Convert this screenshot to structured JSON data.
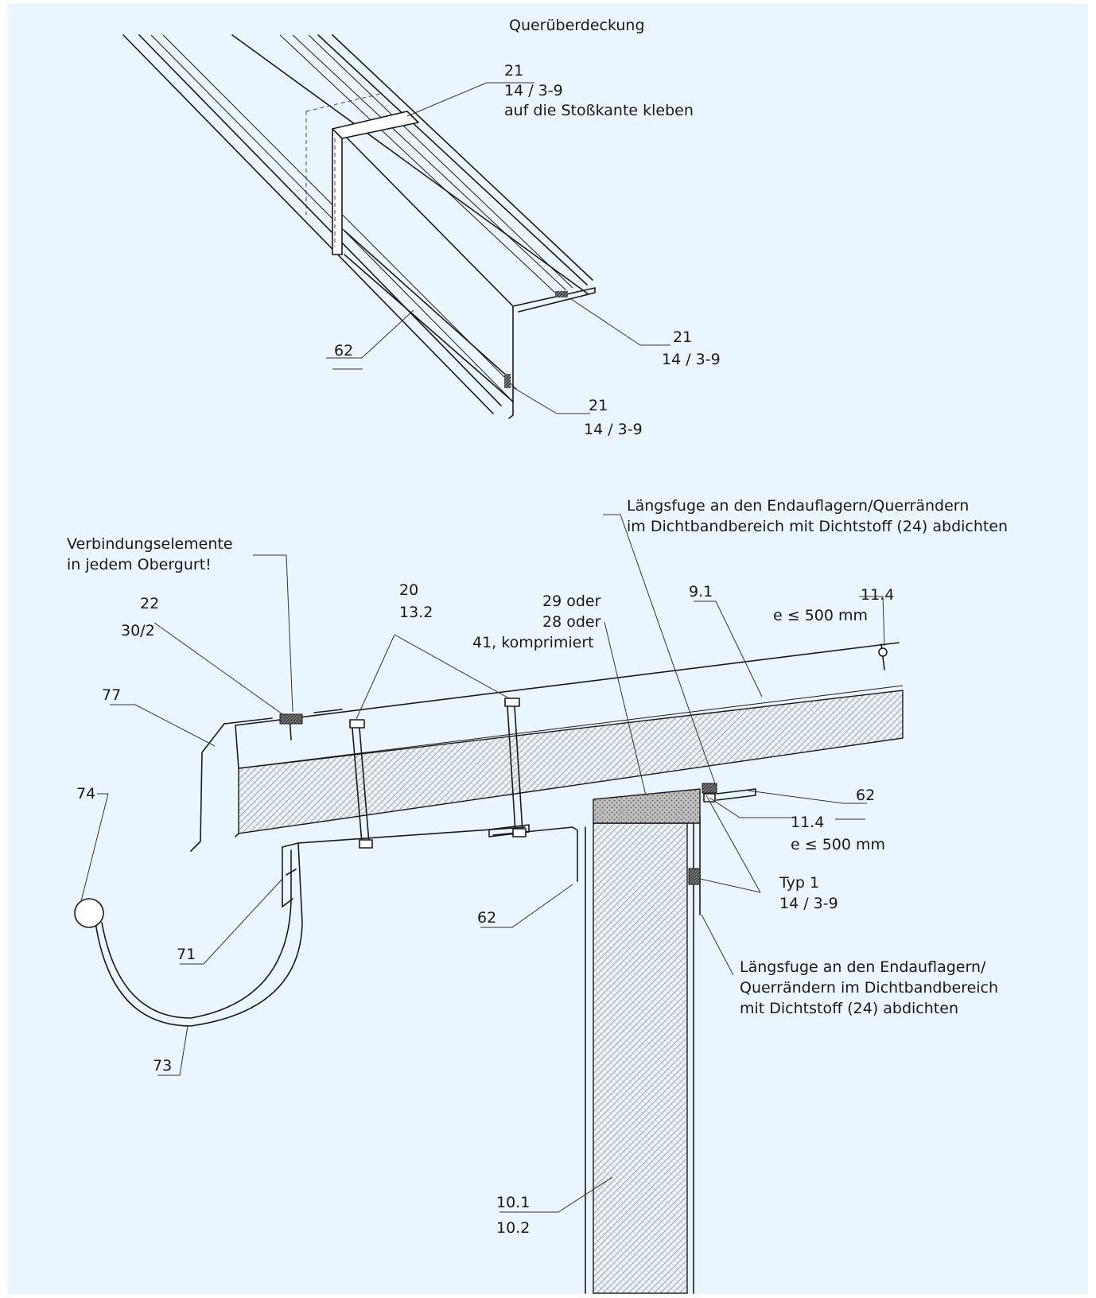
{
  "top_detail": {
    "title": "Querüberdeckung",
    "callout_top": {
      "line1": "21",
      "line2": "14 / 3-9",
      "line3": "auf die Stoßkante kleben"
    },
    "callout_mid": {
      "line1": "21",
      "line2": "14 / 3-9"
    },
    "callout_low": {
      "line1": "21",
      "line2": "14 / 3-9"
    },
    "label_62": "62"
  },
  "bottom_detail": {
    "note_top": {
      "line1": "Längsfuge an den Endauflagern/Querrändern",
      "line2": "im Dichtbandbereich mit Dichtstoff (24) abdichten"
    },
    "verbindung": {
      "line1": "Verbindungselemente",
      "line2": "in jedem Obergurt!"
    },
    "label_22": "22",
    "label_30_2": "30/2",
    "label_20": "20",
    "label_13_2": "13.2",
    "sealant": {
      "line1": "29 oder",
      "line2": "28 oder",
      "line3": "41, komprimiert"
    },
    "label_9_1": "9.1",
    "fastener_top": {
      "line1": "11.4",
      "line2": "e ≤ 500 mm"
    },
    "label_77": "77",
    "label_74": "74",
    "label_62_right": "62",
    "fastener_low": {
      "line1": "11.4",
      "line2": "e ≤ 500 mm"
    },
    "typ1": {
      "line1": "Typ 1",
      "line2": "14 / 3-9"
    },
    "label_62_left": "62",
    "label_71": "71",
    "note_bottom": {
      "line1": "Längsfuge an den Endauflagern/",
      "line2": "Querrändern im Dichtbandbereich",
      "line3": "mit Dichtstoff (24) abdichten"
    },
    "label_73": "73",
    "wall": {
      "line1": "10.1",
      "line2": "10.2"
    }
  }
}
